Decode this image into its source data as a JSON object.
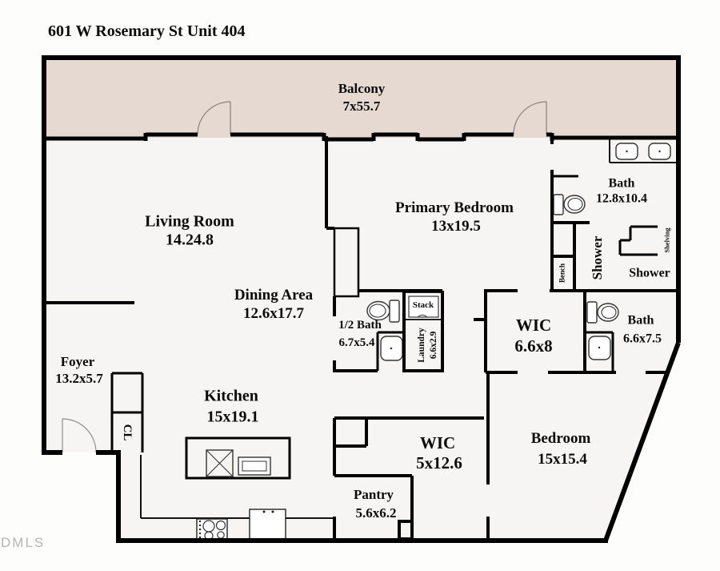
{
  "title": "601 W Rosemary St Unit 404",
  "watermark": "DMLS",
  "colors": {
    "balcony_fill": "#e5d9d2",
    "floor_fill": "#f6f5f3",
    "wall": "#000000",
    "watermark_gray": "#b4b4b4"
  },
  "rooms": {
    "balcony": {
      "name": "Balcony",
      "dims": "7x55.7"
    },
    "living_room": {
      "name": "Living Room",
      "dims": "14.24.8"
    },
    "dining_area": {
      "name": "Dining Area",
      "dims": "12.6x17.7"
    },
    "primary_bedroom": {
      "name": "Primary Bedroom",
      "dims": "13x19.5"
    },
    "primary_bath": {
      "name": "Bath",
      "dims": "12.8x10.4"
    },
    "half_bath": {
      "name": "1/2 Bath",
      "dims": "6.7x5.4"
    },
    "laundry": {
      "name": "Laundry",
      "dims": "6.6x2.9"
    },
    "wic_primary": {
      "name": "WIC",
      "dims": "6.6x8"
    },
    "bath_two": {
      "name": "Bath",
      "dims": "6.6x7.5"
    },
    "foyer": {
      "name": "Foyer",
      "dims": "13.2x5.7"
    },
    "kitchen": {
      "name": "Kitchen",
      "dims": "15x19.1"
    },
    "wic_two": {
      "name": "WIC",
      "dims": "5x12.6"
    },
    "pantry": {
      "name": "Pantry",
      "dims": "5.6x6.2"
    },
    "bedroom_two": {
      "name": "Bedroom",
      "dims": "15x15.4"
    }
  },
  "features": {
    "closet_label": "CL",
    "stack_label": "Stack",
    "bench_label": "Bench",
    "shelving_label": "Shelving",
    "shower_stall_label": "Shower",
    "shower_room_label": "Shower"
  }
}
